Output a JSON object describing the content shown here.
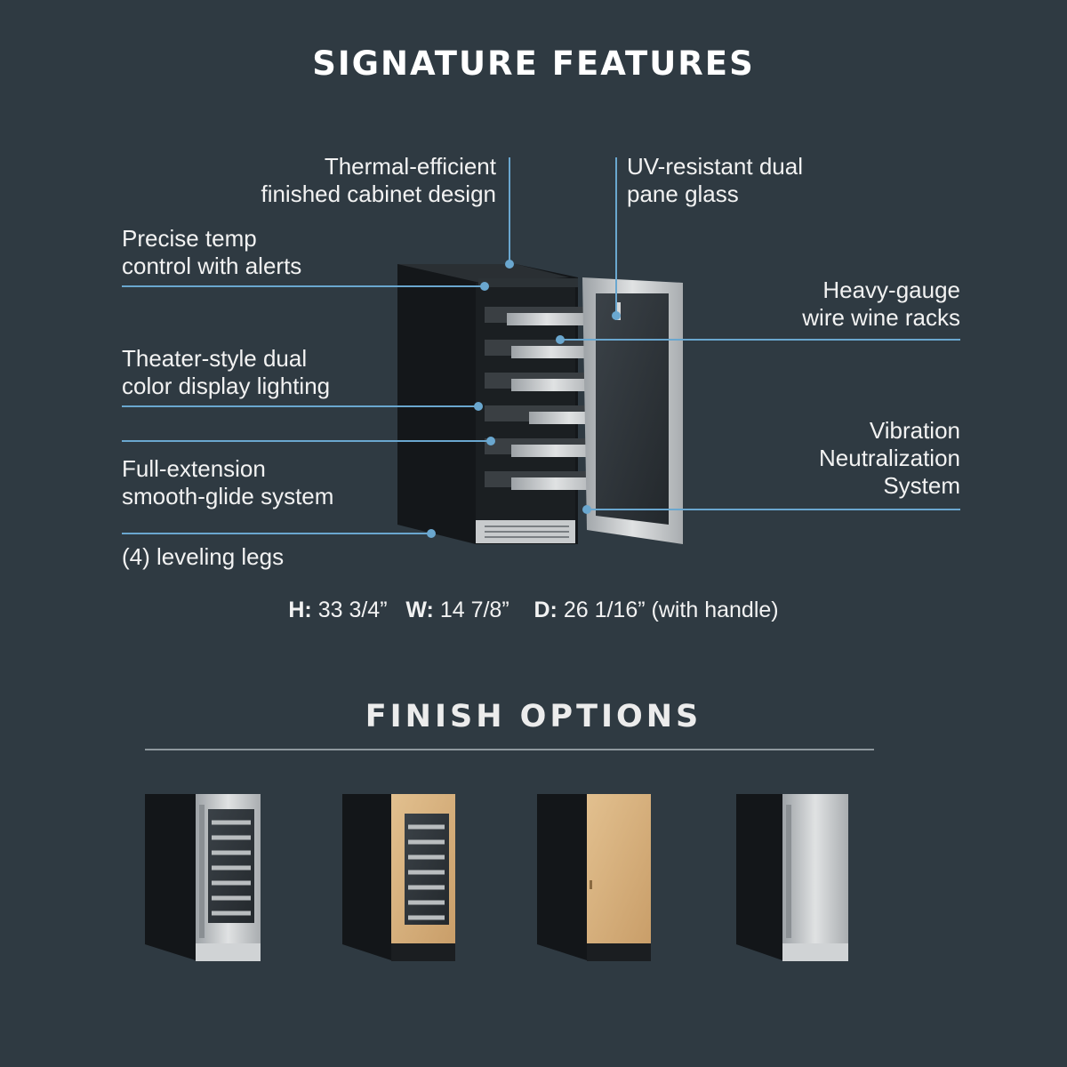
{
  "signature_title": "SIGNATURE FEATURES",
  "features": {
    "thermal": "Thermal-efficient\nfinished cabinet design",
    "uv_glass": "UV-resistant dual\npane glass",
    "temp": "Precise temp\ncontrol with alerts",
    "racks": "Heavy-gauge\nwire wine racks",
    "lighting": "Theater-style dual\ncolor display lighting",
    "glide": "Full-extension\nsmooth-glide system",
    "vibration": "Vibration\nNeutralization\nSystem",
    "legs": "(4) leveling legs"
  },
  "dimensions": {
    "h_label": "H:",
    "h_value": "33 3/4”",
    "w_label": "W:",
    "w_value": "14 7/8”",
    "d_label": "D:",
    "d_value": "26 1/16” (with handle)"
  },
  "finish_title": "FINISH OPTIONS",
  "finish_options": [
    "stainless-glass-door",
    "wood-panel-glass-door",
    "solid-wood-panel-door",
    "solid-stainless-door"
  ],
  "colors": {
    "background": "#2f3a42",
    "callout_line": "#6aa7cf",
    "stainless": "#c9ccce",
    "wood": "#d8b483",
    "cabinet": "#16191c"
  }
}
